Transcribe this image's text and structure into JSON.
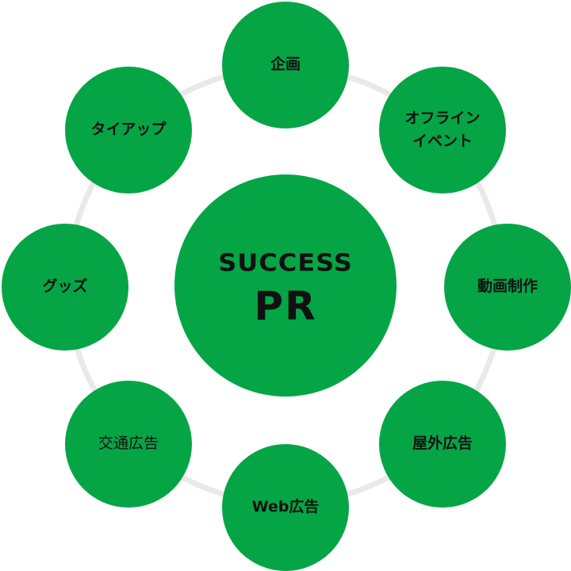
{
  "center": {
    "line1": "SUCCESS",
    "line2": "PR"
  },
  "nodes": [
    {
      "label": "企画"
    },
    {
      "label": "オフライン\nイベント"
    },
    {
      "label": "動画制作"
    },
    {
      "label": "屋外広告"
    },
    {
      "label": "Web広告"
    },
    {
      "label": "交通広告"
    },
    {
      "label": "グッズ"
    },
    {
      "label": "タイアップ"
    }
  ],
  "colors": {
    "node_fill": "#05a546",
    "ring": "#e9e9e9",
    "text": "#111111"
  }
}
